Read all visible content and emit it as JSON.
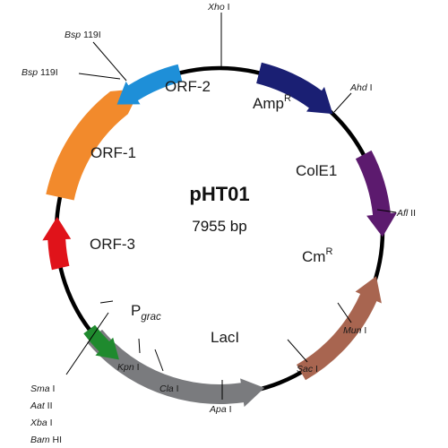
{
  "plasmid": {
    "name": "pHT01",
    "size": "7955 bp"
  },
  "features": [
    {
      "id": "ampr",
      "main": "Amp",
      "sup": "R",
      "color": "#1a1f73"
    },
    {
      "id": "cole1",
      "main": "ColE1",
      "color": "#5c1a6e"
    },
    {
      "id": "cmr",
      "main": "Cm",
      "sup": "R",
      "color": "#a86550"
    },
    {
      "id": "laci",
      "main": "LacI",
      "color": "#7a7b7e"
    },
    {
      "id": "pgrac",
      "main": "P",
      "sub": "grac",
      "color": "#1f8a2e"
    },
    {
      "id": "orf3",
      "main": "ORF-3",
      "color": "#e0131a"
    },
    {
      "id": "orf1",
      "main": "ORF-1",
      "color": "#f28a2c"
    },
    {
      "id": "orf2",
      "main": "ORF-2",
      "color": "#1e8fd8"
    }
  ],
  "sites": {
    "xhoi": {
      "it": "Xho",
      "rest": " I"
    },
    "ahdi": {
      "it": "Ahd",
      "rest": " I"
    },
    "aflii": {
      "it": "Afl",
      "rest": " II"
    },
    "muni": {
      "it": "Mun",
      "rest": " I"
    },
    "saci": {
      "it": "Sac",
      "rest": " I"
    },
    "apai": {
      "it": "Apa",
      "rest": " I"
    },
    "clai": {
      "it": "Cla",
      "rest": " I"
    },
    "kpni": {
      "it": "Kpn",
      "rest": " I"
    },
    "bsp119i_top": {
      "it": "Bsp",
      "rest": " 119I"
    },
    "bsp119i_left": {
      "it": "Bsp",
      "rest": " 119I"
    },
    "smai": {
      "it": "Sma",
      "rest": " I"
    },
    "aatii": {
      "it": "Aat",
      "rest": " II"
    },
    "xbai": {
      "it": "Xba",
      "rest": " I"
    },
    "bamhi": {
      "it": "Bam",
      "rest": " HI"
    }
  },
  "colors": {
    "backbone": "#000000",
    "text": "#1a1a1a"
  }
}
